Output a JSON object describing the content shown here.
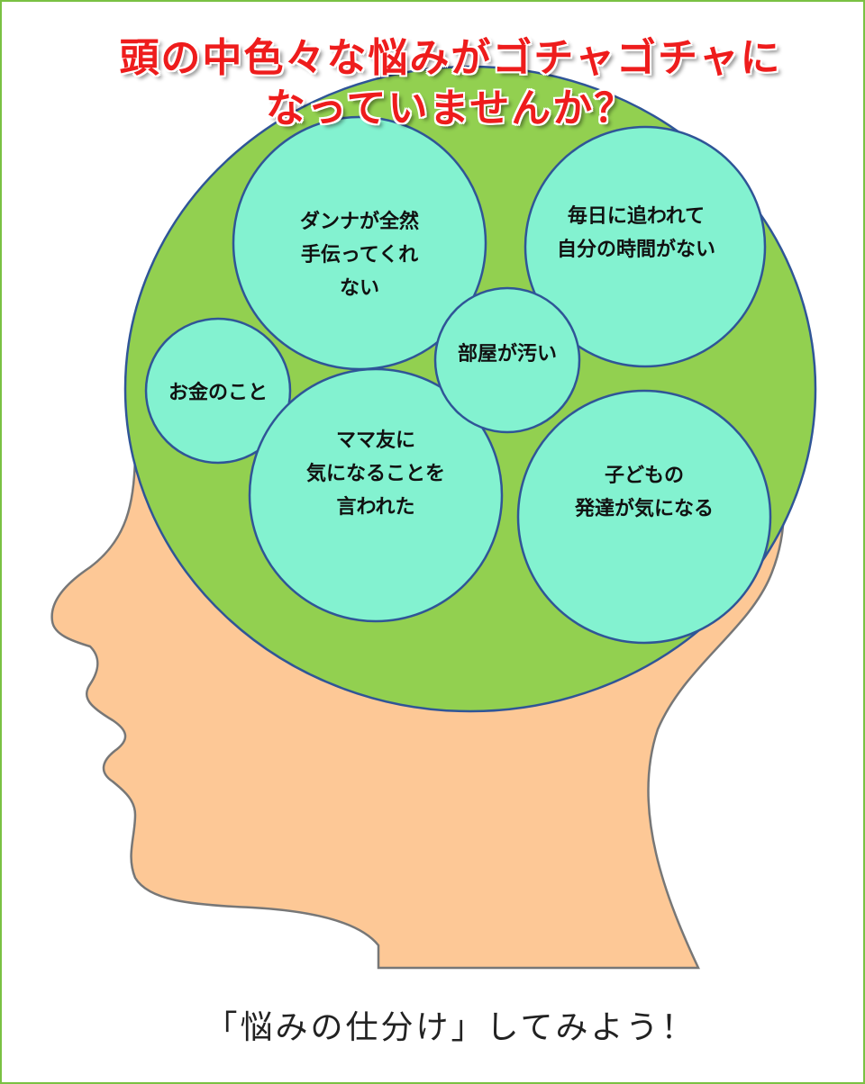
{
  "title": {
    "line1": "頭の中色々な悩みがゴチャゴチャに",
    "line2": "なっていませんか？"
  },
  "worries": [
    {
      "lines": [
        "ダンナが全然",
        "手伝ってくれ",
        "ない"
      ]
    },
    {
      "lines": [
        "毎日に追われて",
        "自分の時間がない"
      ]
    },
    {
      "lines": [
        "部屋が汚い"
      ]
    },
    {
      "lines": [
        "お金のこと"
      ]
    },
    {
      "lines": [
        "ママ友に",
        "気になることを",
        "言われた"
      ]
    },
    {
      "lines": [
        "子どもの",
        "発達が気になる"
      ]
    }
  ],
  "caption": "「悩みの仕分け」してみよう！",
  "colors": {
    "head_fill": "#fdc896",
    "brain_fill": "#92d050",
    "bubble_fill": "#83f2d0",
    "bubble_stroke": "#2f5597",
    "title_red": "#ee1c1c",
    "frame_green": "#7ac143"
  }
}
